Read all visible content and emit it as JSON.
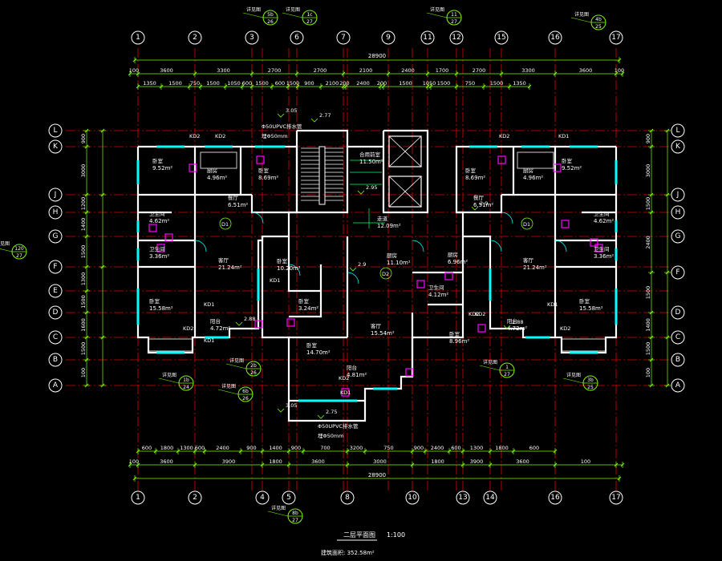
{
  "drawing": {
    "title": "二层平面图",
    "scale": "1:100",
    "area_note": "建筑面积: 352.58m²"
  },
  "colors": {
    "background": "#000000",
    "axis_line": "#e00000",
    "grid_bubble": "#ffffff",
    "dimension": "#7CFC00",
    "wall": "#ffffff",
    "window": "#00ffff",
    "furniture": "#ff00ff",
    "hatch": "#00ff66",
    "elevator": "#ffffff"
  },
  "axes": {
    "top": [
      "1",
      "2",
      "3",
      "6",
      "7",
      "9",
      "11",
      "12",
      "15",
      "16",
      "17"
    ],
    "bottom": [
      "1",
      "2",
      "4",
      "5",
      "8",
      "10",
      "13",
      "14",
      "16",
      "17"
    ],
    "left": [
      "L",
      "K",
      "J",
      "H",
      "G",
      "F",
      "E",
      "D",
      "C",
      "B",
      "A"
    ],
    "right": [
      "L",
      "K",
      "J",
      "H",
      "G",
      "F",
      "D",
      "C",
      "B",
      "A"
    ]
  },
  "dimensions": {
    "top_overall": "28900",
    "top_row1": [
      "100",
      "3600",
      "3300",
      "2700",
      "2700",
      "2100",
      "2400",
      "1700",
      "2700",
      "3300",
      "3600",
      "100"
    ],
    "top_row2": [
      "1350",
      "1500",
      "750",
      "1500",
      "1050",
      "600",
      "1500",
      "600",
      "1500",
      "900",
      "2100",
      "200",
      "2400",
      "200",
      "1500",
      "1050",
      "1500",
      "750",
      "1500",
      "1350"
    ],
    "bottom_row1": [
      "600",
      "1800",
      "1300",
      "600",
      "2400",
      "900",
      "1400",
      "900",
      "700",
      "3200",
      "750",
      "900",
      "2400",
      "600",
      "1300",
      "1800",
      "600"
    ],
    "bottom_row2": [
      "100",
      "3600",
      "3900",
      "1800",
      "3600",
      "3000",
      "1800",
      "3900",
      "3600",
      "100"
    ],
    "bottom_overall": "28900",
    "left_col": [
      "900",
      "3000",
      "1200",
      "1400",
      "1500",
      "1300",
      "1500",
      "1600",
      "1500",
      "100"
    ],
    "right_col": [
      "900",
      "3000",
      "1500",
      "2400",
      "1500",
      "1400",
      "1500",
      "100"
    ]
  },
  "rooms": [
    {
      "name": "卧室",
      "area": "9.52m²"
    },
    {
      "name": "厨房",
      "area": "4.96m²"
    },
    {
      "name": "餐厅",
      "area": "6.51m²"
    },
    {
      "name": "卧室",
      "area": "8.69m²"
    },
    {
      "name": "卫生间",
      "area": "4.62m²"
    },
    {
      "name": "卫生间",
      "area": "3.36m²"
    },
    {
      "name": "客厅",
      "area": "21.24m²"
    },
    {
      "name": "卧室",
      "area": "15.58m²"
    },
    {
      "name": "阳台",
      "area": "4.72m²"
    },
    {
      "name": "卧室",
      "area": "10.20m²"
    },
    {
      "name": "卧室",
      "area": "3.24m²"
    },
    {
      "name": "客厅",
      "area": "15.54m²"
    },
    {
      "name": "卧室",
      "area": "14.70m²"
    },
    {
      "name": "阳台",
      "area": "4.81m²"
    },
    {
      "name": "合用前室",
      "area": "11.50m²"
    },
    {
      "name": "走道",
      "area": "12.09m²"
    },
    {
      "name": "厨房",
      "area": "11.10m²"
    },
    {
      "name": "厨房",
      "area": "6.96m²"
    },
    {
      "name": "卫生间",
      "area": "4.12m²"
    },
    {
      "name": "卧室",
      "area": "8.96m²"
    },
    {
      "name": "餐厅",
      "area": "6.51m²"
    },
    {
      "name": "卧室",
      "area": "9.52m²"
    },
    {
      "name": "厨房",
      "area": "4.96m²"
    },
    {
      "name": "卧室",
      "area": "8.69m²"
    },
    {
      "name": "卫生间",
      "area": "4.62m²"
    },
    {
      "name": "卫生间",
      "area": "3.36m²"
    },
    {
      "name": "客厅",
      "area": "21.24m²"
    },
    {
      "name": "卧室",
      "area": "15.58m²"
    },
    {
      "name": "阳台",
      "area": "4.72m²"
    }
  ],
  "unit_tags": [
    "D1",
    "D2",
    "D1"
  ],
  "door_tags": [
    "KD2",
    "KD2",
    "KD1",
    "KD1",
    "KD2",
    "KD2",
    "KD1",
    "KD2",
    "KD1",
    "KD2",
    "KD1",
    "KD2",
    "KD1",
    "KD2"
  ],
  "elevations": [
    "2.95",
    "2.9",
    "2.9",
    "2.88",
    "2.88",
    "3.05",
    "3.05",
    "2.75",
    "2.77"
  ],
  "pipe_notes": [
    "Φ50UPVC排水管",
    "埋Φ50mm",
    "Φ50UPVC排水管",
    "埋Φ50mm"
  ],
  "callouts": [
    {
      "top": "5b",
      "bottom": "26",
      "label": "详见图"
    },
    {
      "top": "1c",
      "bottom": "27",
      "label": "详见图"
    },
    {
      "top": "11",
      "bottom": "27",
      "label": "详见图"
    },
    {
      "top": "4b",
      "bottom": "25",
      "label": "详见图"
    },
    {
      "top": "120",
      "bottom": "27",
      "label": "详见图"
    },
    {
      "top": "1b",
      "bottom": "24",
      "label": "详见图"
    },
    {
      "top": "2b",
      "bottom": "26",
      "label": "详见图"
    },
    {
      "top": "6b",
      "bottom": "26",
      "label": "详见图"
    },
    {
      "top": "1",
      "bottom": "27",
      "label": "详见图"
    },
    {
      "top": "3b",
      "bottom": "25",
      "label": "详见图"
    },
    {
      "top": "8b",
      "bottom": "27",
      "label": "详见图"
    }
  ]
}
